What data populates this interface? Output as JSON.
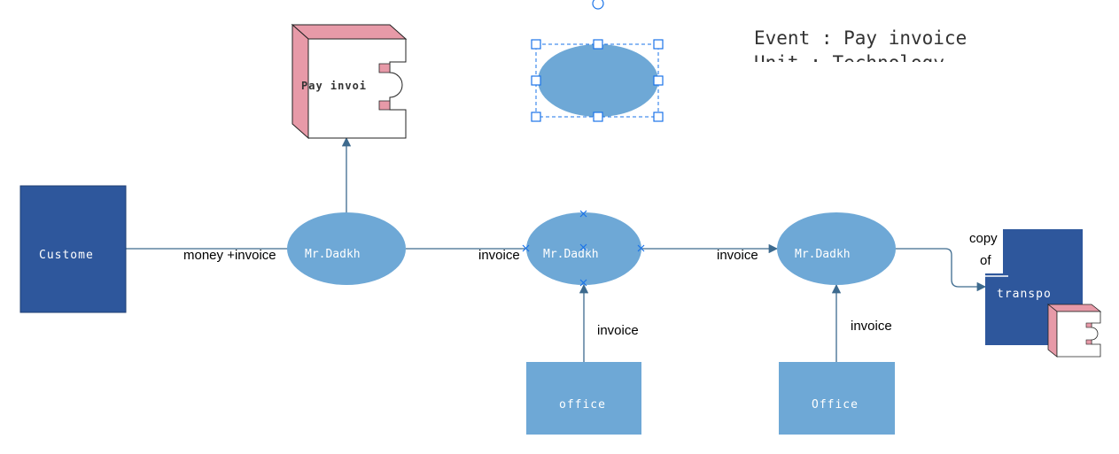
{
  "colors": {
    "dark_box": "#2e579c",
    "ellipse": "#6ea8d6",
    "light_box": "#6ea8d6",
    "pink": "#e79aa8",
    "connector": "#3d6a8e",
    "handle": "#1a73e8"
  },
  "nodes": {
    "customer": "Custome",
    "actor1": "Mr.Dadkh",
    "actor2": "Mr.Dadkh",
    "actor3": "Mr.Dadkh",
    "office1": "office",
    "office2": "Office",
    "transport": "transpo",
    "pay_invoice_component": "Pay invoi"
  },
  "edge_labels": {
    "money_invoice": "money +invoice",
    "invoice_to_actor2": "invoice",
    "invoice_to_actor3": "invoice",
    "office1_invoice": "invoice",
    "office2_invoice": "invoice",
    "copy_label_line1": "copy",
    "copy_label_line2": "of"
  },
  "info": {
    "event_line": "Event : Pay invoice",
    "unit_line": "Unit : Technology"
  },
  "icons": {
    "component": "component-icon",
    "selection": "selection-handles-icon",
    "rotate": "rotate-handle-icon"
  }
}
